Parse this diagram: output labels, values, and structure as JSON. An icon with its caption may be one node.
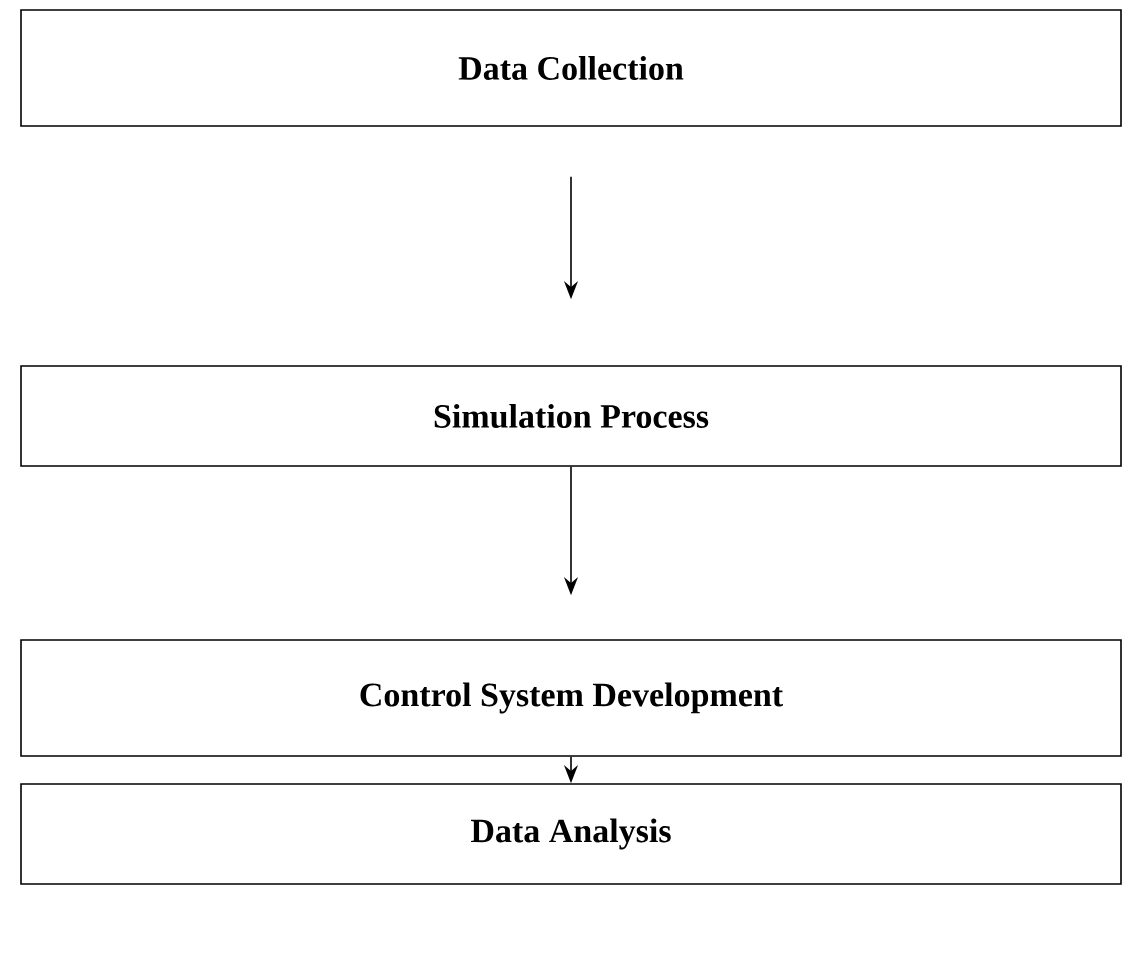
{
  "diagram": {
    "nodes": [
      {
        "text": [
          "Data Collection"
        ]
      },
      {
        "text": [
          "Simulation Process"
        ]
      },
      {
        "text": [
          "Control System Development"
        ]
      },
      {
        "text": [
          "Data Analysis"
        ]
      }
    ],
    "edges": [
      {
        "from": 0,
        "to": 1,
        "arrow": "to"
      },
      {
        "from": 1,
        "to": 2,
        "arrow": "to"
      },
      {
        "from": 2,
        "to": 3,
        "arrow": "to"
      }
    ]
  }
}
